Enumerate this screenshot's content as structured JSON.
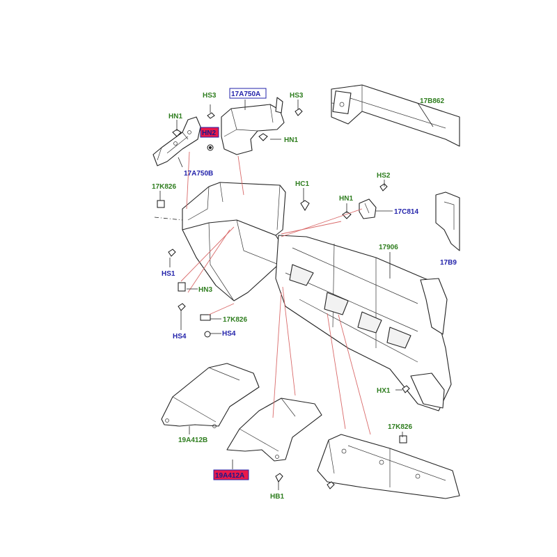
{
  "labels": {
    "hs3_left": "HS3",
    "part_17a750a": "17A750A",
    "hs3_right": "HS3",
    "part_17b862": "17B862",
    "hn1_top_left": "HN1",
    "hn2_highlight": "HN2",
    "hn1_top_mid": "HN1",
    "part_17a750b": "17A750B",
    "part_17k826_left": "17K826",
    "hc1": "HC1",
    "hs2": "HS2",
    "hn1_right": "HN1",
    "part_17c814": "17C814",
    "part_17906": "17906",
    "part_17b_cut": "17B9",
    "hs1": "HS1",
    "hn3": "HN3",
    "part_17k826_mid": "17K826",
    "hs4_left": "HS4",
    "hs4_mid": "HS4",
    "hx1": "HX1",
    "part_17k826_bottom": "17K826",
    "part_19a412b": "19A412B",
    "part_19a412a": "19A412A",
    "hb1": "HB1"
  },
  "colors": {
    "label_green": "#2e7d1e",
    "label_blue": "#2222aa",
    "highlight_fill": "#e8194b",
    "highlight_box": "#2222aa",
    "leader_red": "#d96a6a"
  }
}
